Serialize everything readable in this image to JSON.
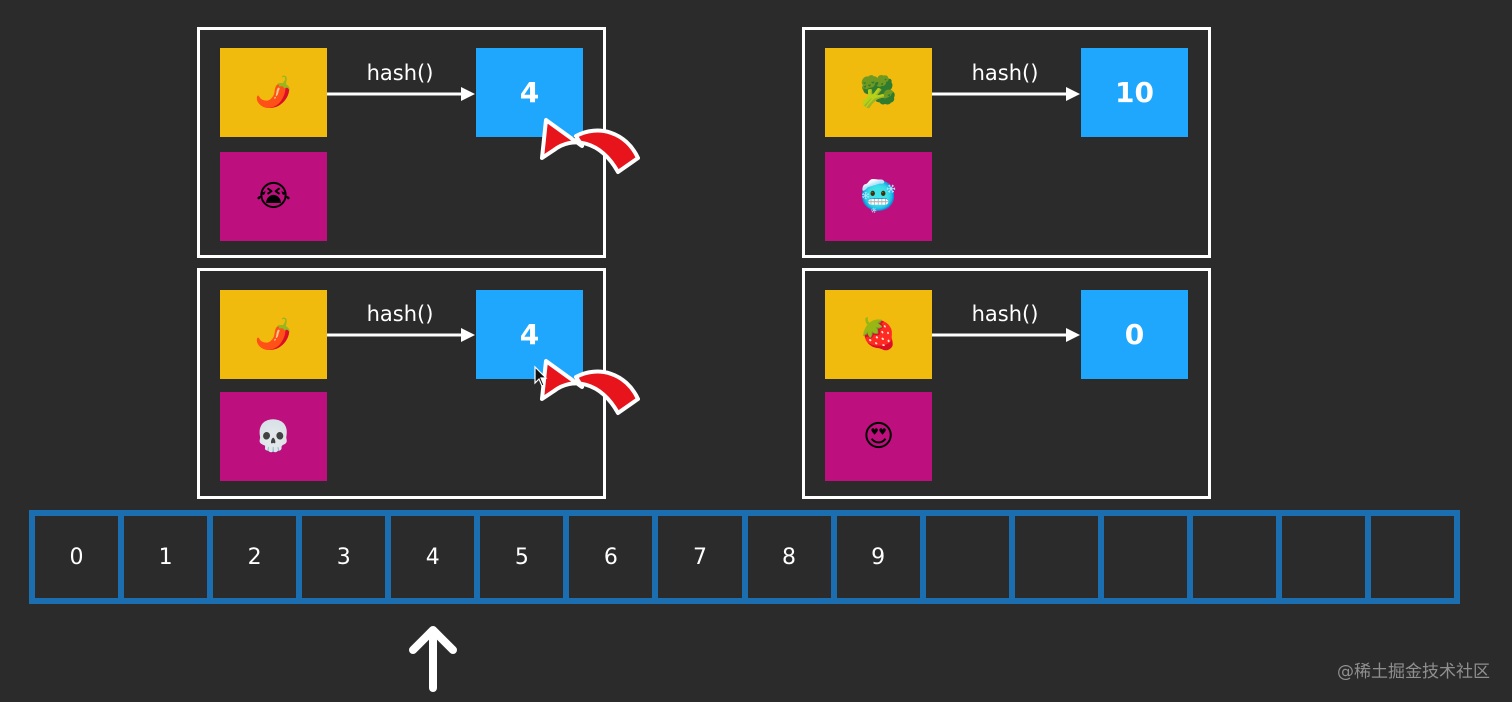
{
  "hash_label": "hash()",
  "entries": [
    {
      "key": "🌶️",
      "value": "😭",
      "hash": "4",
      "collision": true
    },
    {
      "key": "🥦",
      "value": "🥶",
      "hash": "10",
      "collision": false
    },
    {
      "key": "🌶️",
      "value": "💀",
      "hash": "4",
      "collision": true
    },
    {
      "key": "🍓",
      "value": "😍",
      "hash": "0",
      "collision": false
    }
  ],
  "array_slots": [
    "0",
    "1",
    "2",
    "3",
    "4",
    "5",
    "6",
    "7",
    "8",
    "9",
    "",
    "",
    "",
    "",
    "",
    ""
  ],
  "pointer_index": 4,
  "watermark": "@稀土掘金技术社区",
  "colors": {
    "key": "#f1bb0d",
    "value": "#bd0f7e",
    "hash": "#1ea7fd",
    "array_border": "#1b6fb0",
    "collision_arrow": "#e8141c"
  }
}
